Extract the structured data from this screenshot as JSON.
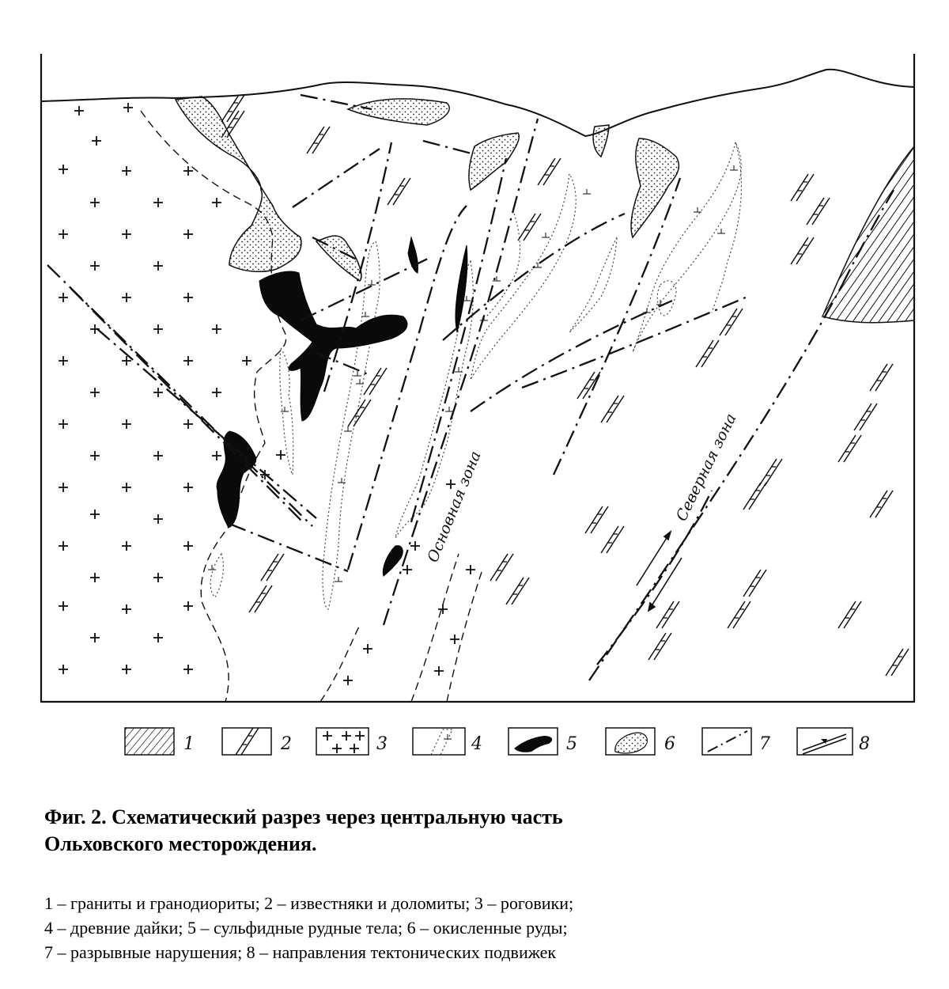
{
  "figure": {
    "zone_main": "Основная зона",
    "zone_north": "Северная зона",
    "legend": [
      {
        "num": "1",
        "pattern": "hatch-diagonal"
      },
      {
        "num": "2",
        "pattern": "limestone-bricks"
      },
      {
        "num": "3",
        "pattern": "crosses"
      },
      {
        "num": "4",
        "pattern": "dotted-dike"
      },
      {
        "num": "5",
        "pattern": "solid-black-body"
      },
      {
        "num": "6",
        "pattern": "stippled-body"
      },
      {
        "num": "7",
        "pattern": "dash-dot-line"
      },
      {
        "num": "8",
        "pattern": "double-line-arrows"
      }
    ]
  },
  "caption": {
    "title_line1": "Фиг. 2. Схематический разрез через центральную часть",
    "title_line2": "Ольховского месторождения.",
    "legend_line1": "1 – граниты и гранодиориты; 2 – известняки и доломиты; 3 – роговики;",
    "legend_line2": "4 – древние дайки; 5 – сульфидные рудные тела; 6 – окисленные руды;",
    "legend_line3": "7 – разрывные нарушения; 8 – направления тектонических подвижек"
  }
}
